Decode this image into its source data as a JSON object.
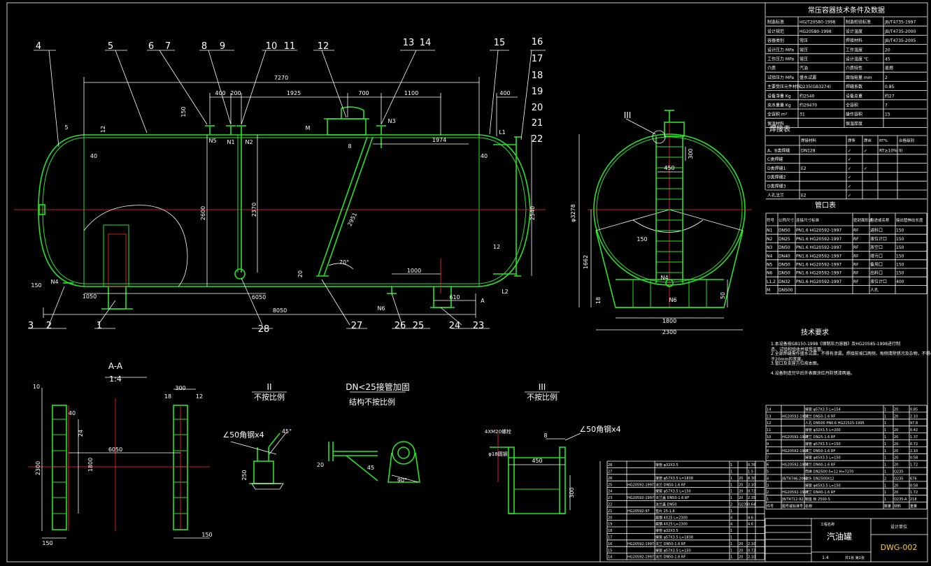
{
  "balloons": [
    "4",
    "5",
    "6",
    "7",
    "8",
    "9",
    "10",
    "11",
    "12",
    "13",
    "14",
    "15",
    "16",
    "17",
    "18",
    "19",
    "20",
    "21",
    "22",
    "3",
    "2",
    "1",
    "28",
    "27",
    "26",
    "25",
    "24",
    "23"
  ],
  "dims": {
    "overall": "7270",
    "d400a": "400",
    "d200": "200",
    "d1925": "1925",
    "d700": "700",
    "d1100": "1100",
    "d400b": "400",
    "d150top": "150",
    "d12": "12",
    "d1974": "1974",
    "d8": "8",
    "d40l": "40",
    "d40r": "40",
    "d2600": "2600",
    "d2370": "2370",
    "d2540": "2540",
    "d2951": "2951",
    "d70deg": "70°",
    "d1000": "1000",
    "d150b": "150",
    "d1050": "1050",
    "d6050": "6050",
    "d8050": "8050",
    "d610": "610",
    "d20": "20",
    "d12b": "12",
    "d5": "5"
  },
  "nozzle_tags": {
    "n5": "N5",
    "n1": "N1",
    "n2": "N2",
    "m": "M",
    "n3": "N3",
    "n4": "N4",
    "n6": "N6",
    "l1": "L1",
    "l2": "L2",
    "a": "A"
  },
  "end_view": {
    "mark": "III",
    "d300": "300",
    "d450": "450",
    "d150": "150",
    "d3278": "φ3278",
    "d1662": "1662",
    "d18": "18",
    "d50": "50",
    "d1800": "1800",
    "d2300": "2300",
    "n4": "N4",
    "n6": "N6"
  },
  "section_aa": {
    "title": "A-A",
    "scale": "1:4",
    "d10": "10",
    "d40": "40",
    "d24": "24",
    "d2300": "2300",
    "d1800": "1800",
    "d6050": "6050",
    "d150": "150",
    "d300": "300",
    "d18": "18",
    "d12": "12",
    "d150b": "150"
  },
  "detail2": {
    "title": "II",
    "note": "不按比例",
    "angle": "∠50角钢x4",
    "deg": "45°",
    "d250": "250"
  },
  "detail_dn": {
    "title": "DN<25接管加固",
    "note": "结构不按比例",
    "d20": "20",
    "d45": "45",
    "d90": "90°"
  },
  "detail3": {
    "title": "III",
    "note": "不按比例",
    "label1": "4XM20螺栓",
    "label2": "∠50角钢x4",
    "label3": "φ18圆钢",
    "d8": "8",
    "d450": "450",
    "d300": "300"
  },
  "tech_table": {
    "title": "常压容器技术条件及数据",
    "rows": [
      [
        "制造标准",
        "HG/T20580-1998",
        "制造检验标准",
        "JB/T4735-1997"
      ],
      [
        "设计规范",
        "HG20580-1998",
        "设计温度",
        "JB/T4735-2000"
      ],
      [
        "容器类别",
        "常压",
        "焊接材料",
        "JB/T4735-2005"
      ],
      [
        "设计压力 MPa",
        "常压",
        "工作温度",
        "20"
      ],
      [
        "工作压力 MPa",
        "常压",
        "设计温度 ℃",
        "45"
      ],
      [
        "介质",
        "汽油",
        "介质特性",
        "易燃"
      ],
      [
        "试验压力 MPa",
        "盛水试漏",
        "腐蚀裕量 mm",
        "2"
      ],
      [
        "主要受压元件材料",
        "Q235(GB3274)",
        "焊缝系数",
        "0.85"
      ],
      [
        "设备净重 Kg",
        "约2540",
        "设备总重",
        "约27"
      ],
      [
        "充水重量 Kg",
        "约29470",
        "全容积",
        "7"
      ],
      [
        "全容积 m³",
        "31",
        "操作容积",
        "15"
      ],
      [
        "保温材料",
        "",
        "保温厚度",
        ""
      ]
    ]
  },
  "weld_table": {
    "title": "焊接表",
    "header": [
      "",
      "焊接材料",
      "焊条",
      "焊丝",
      "RT%",
      "合格级别"
    ],
    "rows": [
      [
        "A、B类焊缝",
        "DN128",
        "✓",
        "✓",
        "RT≥10%",
        "III"
      ],
      [
        "C类焊缝",
        "",
        "✓",
        "",
        "",
        ""
      ],
      [
        "D类焊缝1",
        "E2",
        "✓",
        "✓",
        "",
        ""
      ],
      [
        "D类焊缝2",
        "",
        "✓",
        "",
        "",
        ""
      ],
      [
        "D类焊缝3",
        "",
        "✓",
        "",
        "",
        ""
      ],
      [
        "人孔法兰",
        "E2",
        "✓",
        "",
        "",
        ""
      ]
    ]
  },
  "nozzle_table": {
    "title": "管口表",
    "header": [
      "符号",
      "公称尺寸",
      "连接尺寸标准",
      "密封面形式",
      "用途或名称",
      "接出管伸出长度"
    ],
    "rows": [
      [
        "N1",
        "DN50",
        "PN1.6 HG20592-1997",
        "RF",
        "进料口",
        "150"
      ],
      [
        "N2",
        "DN25",
        "PN1.6 HG20592-1997",
        "RF",
        "液位计口",
        "150"
      ],
      [
        "N3",
        "DN50",
        "PN1.6 HG20592-1997",
        "RF",
        "放空口",
        "150"
      ],
      [
        "N4",
        "DN40",
        "PN1.6 HG20592-1997",
        "RF",
        "排污口",
        "150"
      ],
      [
        "N5",
        "DN50",
        "PN1.6 HG20592-1997",
        "RF",
        "备用口",
        "150"
      ],
      [
        "N6",
        "DN50",
        "PN1.6 HG20592-1997",
        "RF",
        "出料口",
        "150"
      ],
      [
        "L1,2",
        "DN32",
        "PN1.6 HG20592-1997",
        "RF",
        "液位计口",
        "400"
      ],
      [
        "M",
        "DN500",
        "",
        "",
        "人孔",
        ""
      ]
    ]
  },
  "requirements": {
    "title": "技术要求",
    "lines": [
      "1.本设备按GB150-1998《钢制压力容器》及HG20585-1998进行制造、试验和验收并接受监督。",
      "2.全部焊缝需作盛水试漏，不得有渗漏。焊接前坡口两侧，每侧清除锈污及杂物，不得小于20mm的宽度。",
      "3.管口及支座方位按本图。",
      "4.设备制造完毕后外表面涂红丹防锈漆两遍。"
    ]
  },
  "parts_top": [
    [
      "14",
      "",
      "接管 φ57X3.5 L=154",
      "1",
      "20",
      "0.85"
    ],
    [
      "13",
      "HG20592-1997",
      "法兰 DN50-1.6 RF",
      "1",
      "20",
      "2.10"
    ],
    [
      "12",
      "",
      "人孔 DN500 PN0.6 HG21515-1995",
      "1",
      "",
      "97.8"
    ],
    [
      "11",
      "",
      "接管 φ32X3.5 L=200",
      "1",
      "20",
      "0.42"
    ],
    [
      "10",
      "HG20592-1997",
      "法兰 DN25-1.6 RF",
      "1",
      "20",
      "1.37"
    ],
    [
      "9",
      "",
      "接管 φ57X3.5 L=150",
      "1",
      "20",
      "0.72"
    ],
    [
      "8",
      "HG20592-1997",
      "法兰 DN50-1.6 RF",
      "1",
      "20",
      "2.10"
    ],
    [
      "7",
      "",
      "接管 φ45X3.5 L=150",
      "1",
      "20",
      "0.58"
    ],
    [
      "6",
      "HG20592-1997",
      "法兰 DN40-1.6 RF",
      "1",
      "20",
      "1.72"
    ],
    [
      "5",
      "",
      "筒体 DN2500 δ=12 H=7270",
      "1",
      "Q235",
      ""
    ],
    [
      "4",
      "JB/T4746-2002",
      "封头 DN2500X12",
      "2",
      "Q235",
      "676"
    ],
    [
      "3",
      "",
      "接管 φ45X3.5 L=150",
      "1",
      "20",
      "0.58"
    ],
    [
      "2",
      "HG20592-1997",
      "法兰 DN40-1.6 RF",
      "1",
      "20",
      "1.72"
    ],
    [
      "1",
      "JB/T4712-92",
      "鞍座 BI 2500-S",
      "1",
      "Q235-A",
      "218"
    ]
  ],
  "parts_top_header": [
    "件号",
    "图号或标准号",
    "名称",
    "数量",
    "材料",
    "重量"
  ],
  "parts_bottom": [
    [
      "28",
      "",
      "接管 φ32X3.5",
      "1",
      "",
      "0.76"
    ],
    [
      "27",
      "",
      "",
      "1",
      "",
      "1.5"
    ],
    [
      "26",
      "",
      "接管 φ57X3.5 L=1838",
      "1",
      "20",
      "8.30"
    ],
    [
      "25",
      "HG20592-1997",
      "法兰 DN50-1.6 RF",
      "1",
      "20",
      "2.10"
    ],
    [
      "24",
      "",
      "接管 φ57X3.5 L=150",
      "1",
      "20",
      "0.72"
    ],
    [
      "23",
      "HG20592-1997",
      "法兰盖 DN50-1.6 RF",
      "1",
      "20",
      "2.35"
    ],
    [
      "22",
      "",
      "法兰盖 DN50",
      "2",
      "Q235",
      "0.64"
    ],
    [
      "21",
      "HG20592-97",
      "垫片 25-1.6",
      "1",
      "",
      ""
    ],
    [
      "20",
      "",
      "扁钢 4X25 L=2300",
      "4",
      "",
      "4.6"
    ],
    [
      "19",
      "",
      "扁钢 4X25 L=2300",
      "4",
      "",
      "4.6"
    ],
    [
      "18",
      "",
      "接管 φ32X3.5",
      "1",
      "",
      ""
    ],
    [
      "17",
      "",
      "接管 φ57X3.5 L=1838",
      "1",
      "",
      ""
    ],
    [
      "16",
      "HG20592-1997",
      "法兰 DN50-1.6 RF",
      "1",
      "20",
      "2.10"
    ],
    [
      "15",
      "",
      "接管 φ57X3.5 L=150",
      "1",
      "20",
      "0.72"
    ],
    [
      "14",
      "HG20592-1997",
      "法兰 DN50-1.6 RF",
      "1",
      "20",
      "2.10"
    ]
  ],
  "title_block": {
    "name": "汽油罐",
    "drawing_no": "DWG-002",
    "scale": "1:4",
    "sheet": "共1张 第1张",
    "unit": "设计单位",
    "project": "工程名称"
  }
}
